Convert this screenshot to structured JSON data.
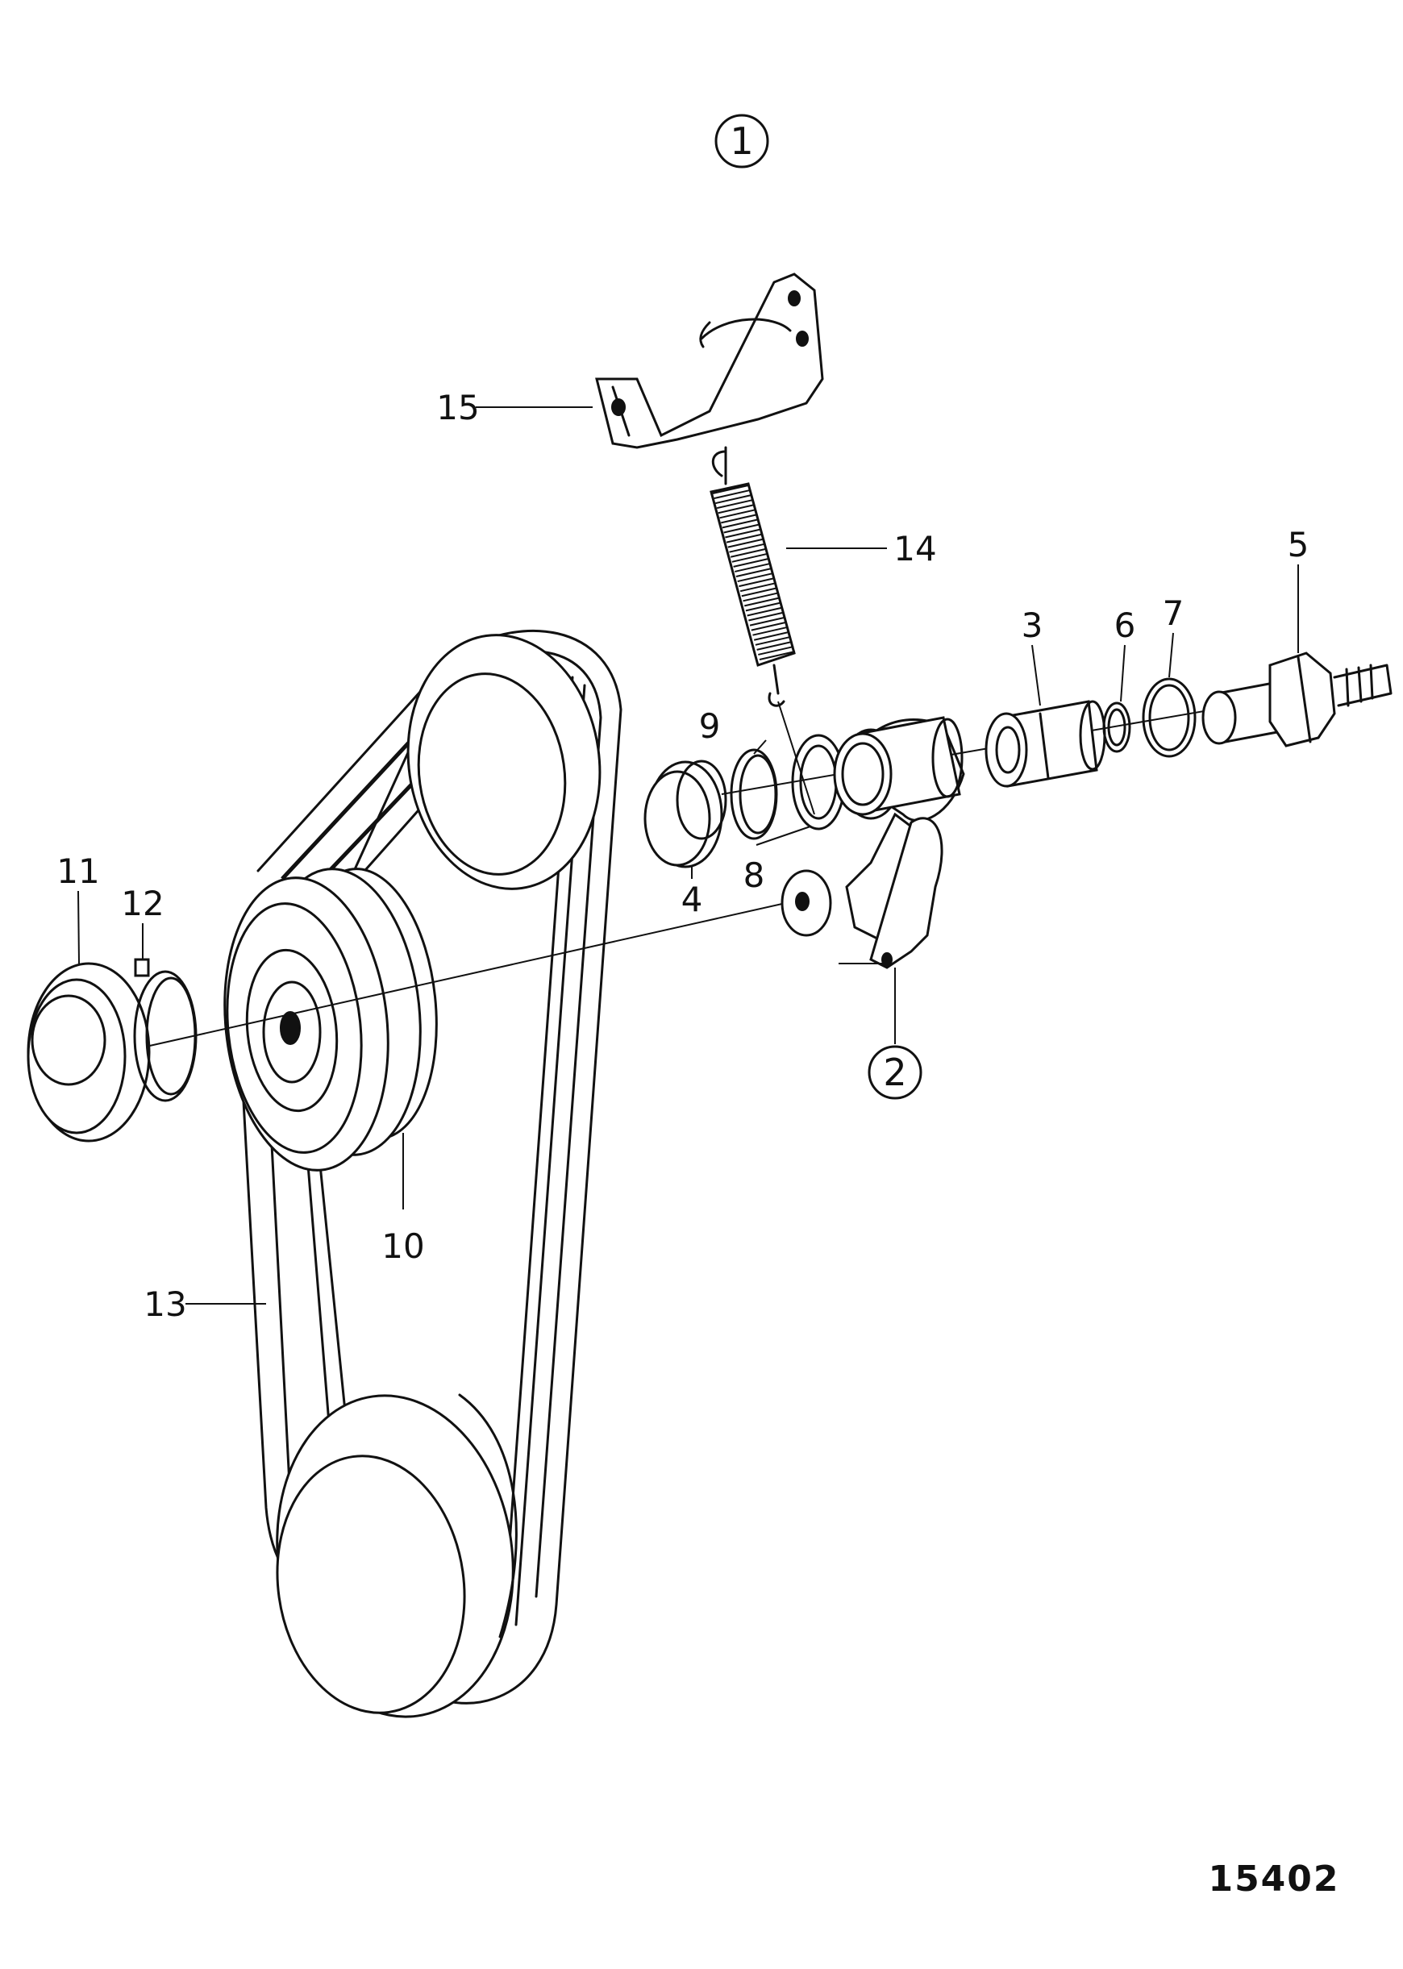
{
  "callouts": [
    {
      "key": "1",
      "text": "1"
    },
    {
      "key": "2",
      "text": "2"
    }
  ],
  "parts": [
    {
      "key": "p3",
      "text": "3"
    },
    {
      "key": "p4",
      "text": "4"
    },
    {
      "key": "p5",
      "text": "5"
    },
    {
      "key": "p6",
      "text": "6"
    },
    {
      "key": "p7",
      "text": "7"
    },
    {
      "key": "p8",
      "text": "8"
    },
    {
      "key": "p9",
      "text": "9"
    },
    {
      "key": "p10",
      "text": "10"
    },
    {
      "key": "p11",
      "text": "11"
    },
    {
      "key": "p12",
      "text": "12"
    },
    {
      "key": "p13",
      "text": "13"
    },
    {
      "key": "p14",
      "text": "14"
    },
    {
      "key": "p15",
      "text": "15"
    }
  ],
  "figure_number": "15402"
}
